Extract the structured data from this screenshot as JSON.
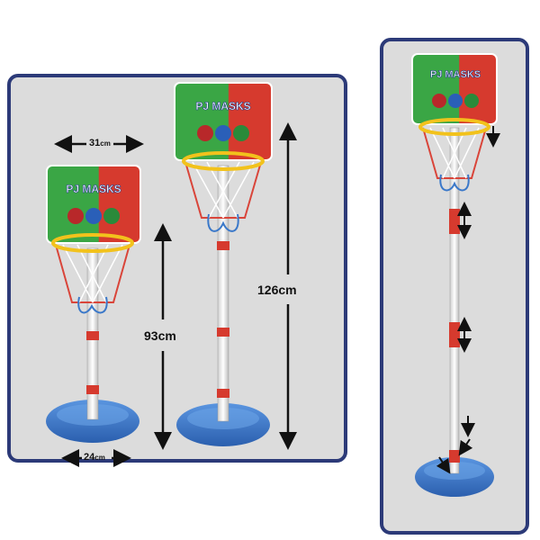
{
  "dimensions": {
    "width_top": {
      "value": "31",
      "unit": "cm"
    },
    "width_base": {
      "value": "24",
      "unit": "cm"
    },
    "height_min": "93cm",
    "height_max": "126cm"
  },
  "backboard": {
    "logo_text": "PJ MASKS"
  },
  "colors": {
    "panel_border": "#2c3a78",
    "panel_fill": "#dcdcdc",
    "backboard_green": "#3aa645",
    "backboard_red": "#d63a2e",
    "rim": "#f2c21c",
    "net": "#d9453a",
    "pole": "#f5f5f5",
    "base": "#3a78c9"
  }
}
